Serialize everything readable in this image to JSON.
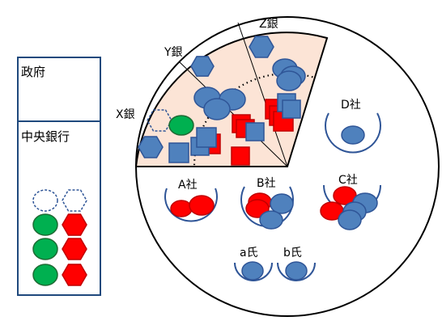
{
  "panel": {
    "government": {
      "label": "政府"
    },
    "central_bank": {
      "label": "中央銀行",
      "items": [
        {
          "kind": "circle",
          "style": "outline"
        },
        {
          "kind": "hexagon",
          "style": "outline"
        },
        {
          "kind": "circle",
          "style": "green"
        },
        {
          "kind": "hexagon",
          "style": "red"
        },
        {
          "kind": "circle",
          "style": "green"
        },
        {
          "kind": "hexagon",
          "style": "red"
        },
        {
          "kind": "circle",
          "style": "green"
        },
        {
          "kind": "hexagon",
          "style": "red"
        }
      ]
    }
  },
  "economy": {
    "banks": [
      {
        "name": "X銀"
      },
      {
        "name": "Y銀"
      },
      {
        "name": "Z銀"
      }
    ],
    "companies": [
      {
        "name": "A社",
        "deposits": [
          "red",
          "red"
        ]
      },
      {
        "name": "B社",
        "deposits": [
          "red",
          "red",
          "blue",
          "blue"
        ]
      },
      {
        "name": "C社",
        "deposits": [
          "red",
          "red",
          "blue",
          "blue",
          "blue"
        ]
      },
      {
        "name": "D社",
        "deposits": [
          "blue"
        ]
      }
    ],
    "individuals": [
      {
        "name": "a氏",
        "deposits": [
          "blue"
        ]
      },
      {
        "name": "b氏",
        "deposits": [
          "blue"
        ]
      }
    ]
  },
  "colors": {
    "blue_fill": "#4f81bd",
    "blue_stroke": "#2f5597",
    "red_fill": "#ff0000",
    "red_stroke": "#c00000",
    "green_fill": "#00b050",
    "green_stroke": "#1e6b34",
    "wedge_fill": "#fce4d6",
    "panel_border": "#1f497d",
    "outline": "#000000"
  }
}
